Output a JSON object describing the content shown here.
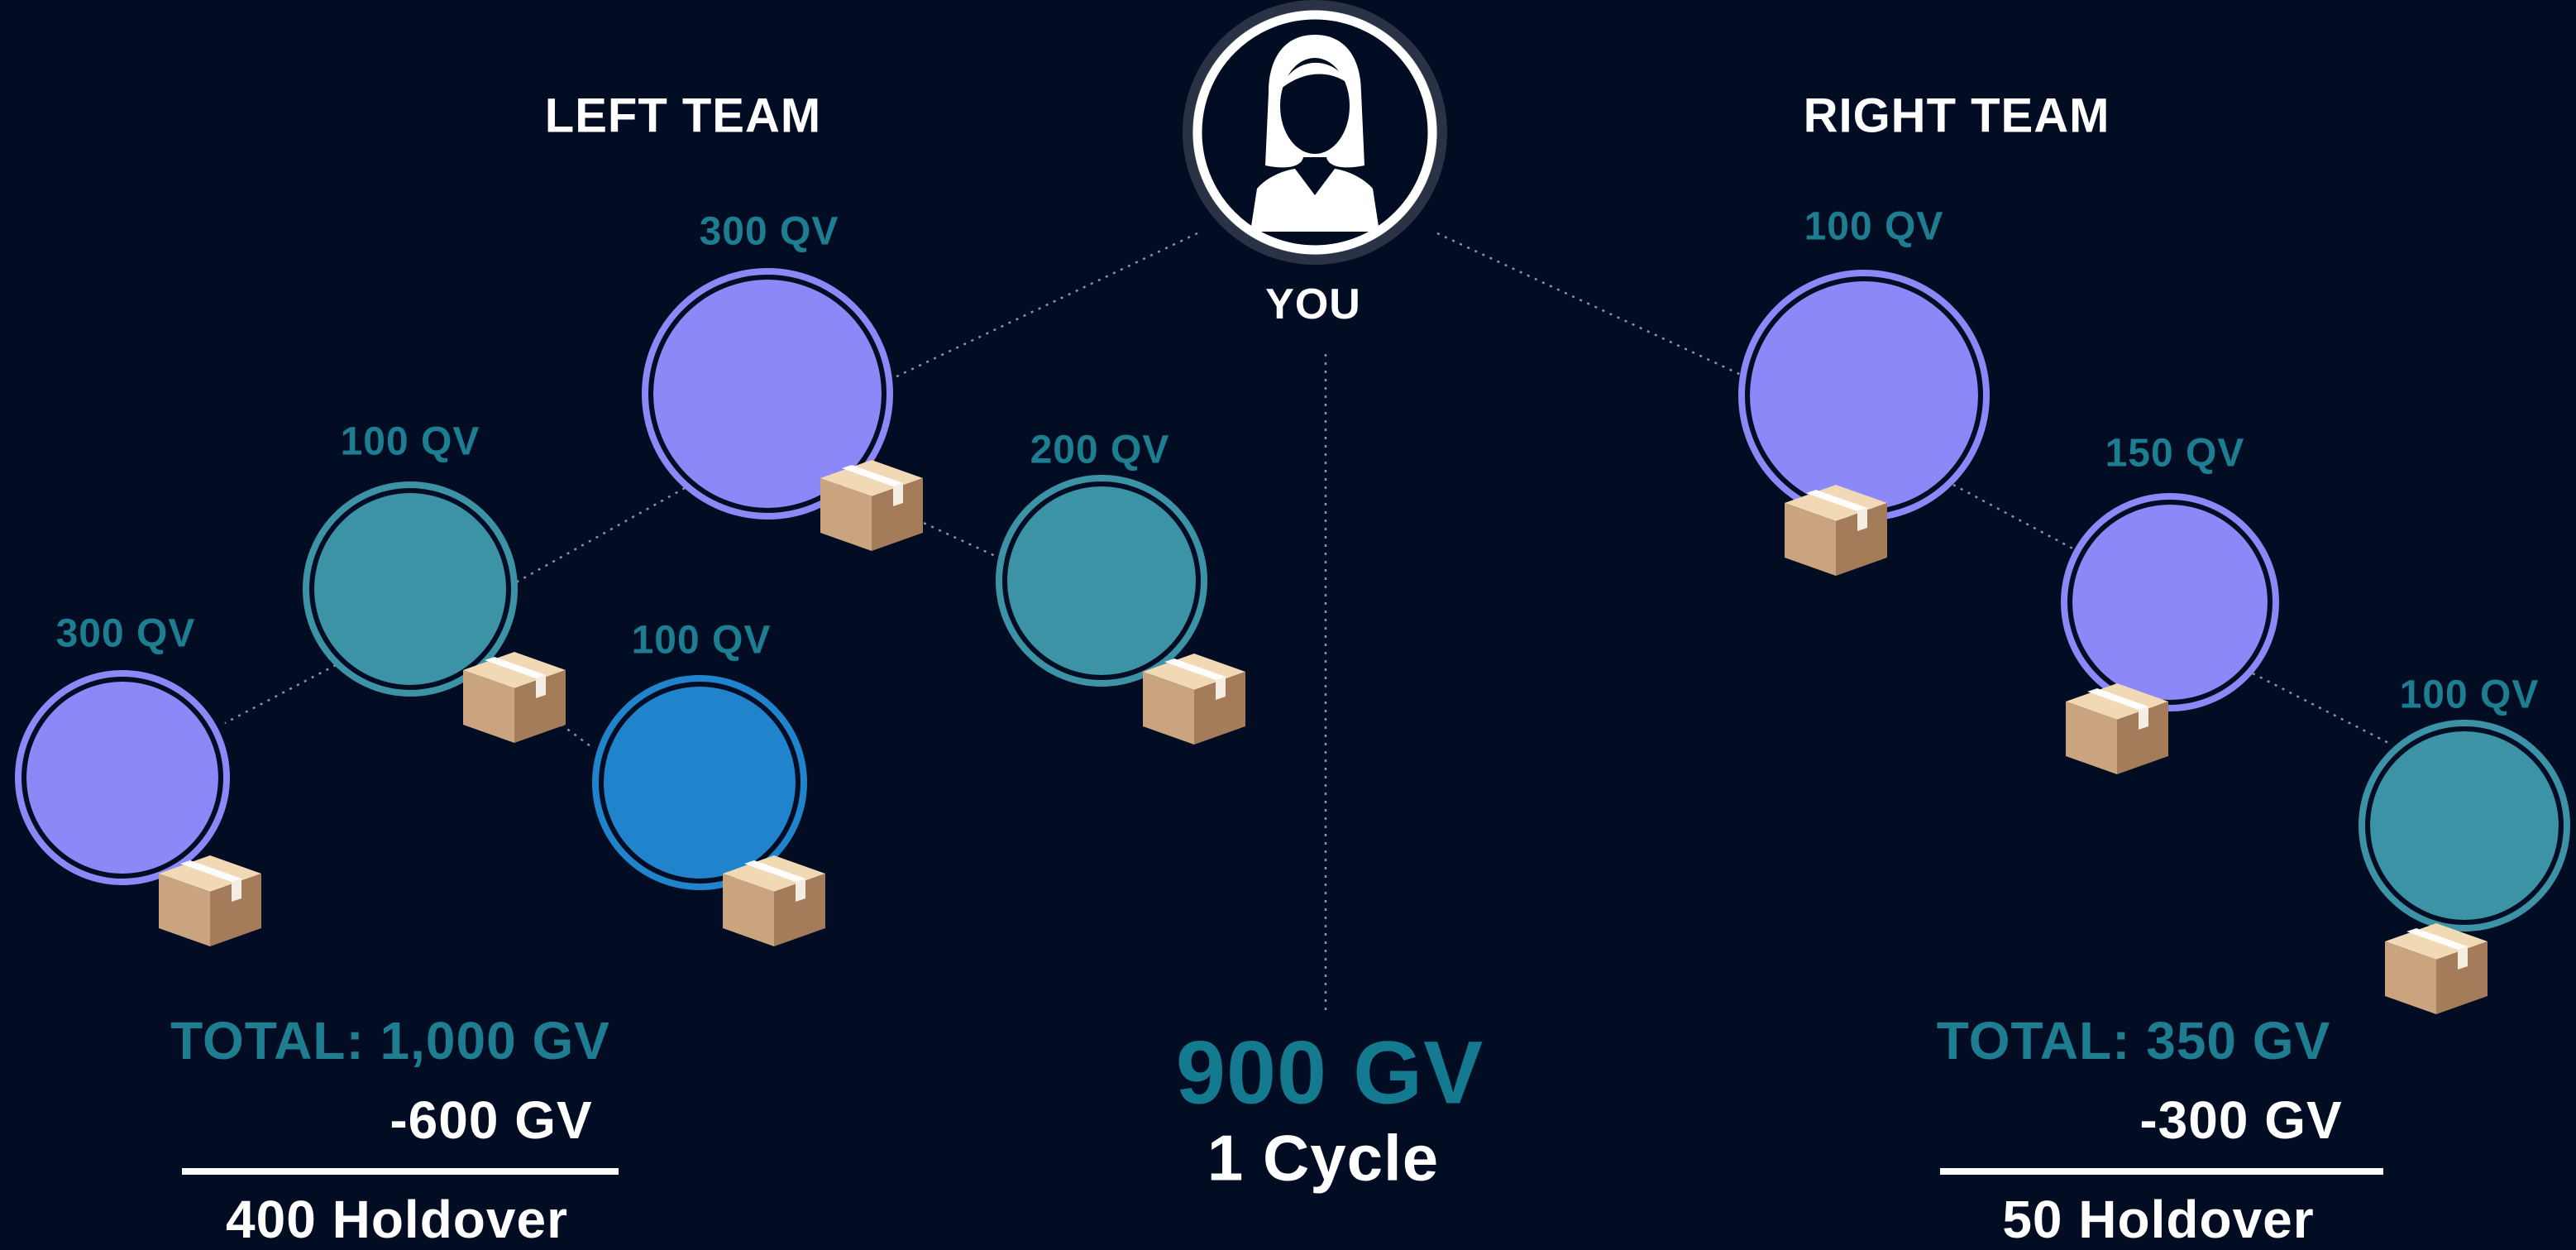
{
  "teams": {
    "left": {
      "title": "LEFT TEAM",
      "total": "TOTAL:   1,000 GV",
      "minus": "-600 GV",
      "holdover": "400 Holdover"
    },
    "right": {
      "title": "RIGHT TEAM",
      "total": "TOTAL:  350 GV",
      "minus": "-300 GV",
      "holdover": "50 Holdover"
    }
  },
  "you": {
    "label": "YOU"
  },
  "center": {
    "gv": "900 GV",
    "cycle": "1 Cycle"
  },
  "members": {
    "l1": {
      "qv": "300 QV"
    },
    "l2a": {
      "qv": "100 QV"
    },
    "l2b": {
      "qv": "200 QV"
    },
    "l3a": {
      "qv": "300 QV"
    },
    "l3b": {
      "qv": "100 QV"
    },
    "r1": {
      "qv": "100 QV"
    },
    "r2": {
      "qv": "150 QV"
    },
    "r3": {
      "qv": "100 QV"
    }
  },
  "colors": {
    "background": "#020c22",
    "lavender": "#8c88f8",
    "teal": "#3d93a6",
    "blue": "#1f84cc",
    "qv_text": "#1d7d91",
    "box": "#b08a68"
  },
  "icons": {
    "you": "woman-avatar-icon",
    "member": "person-avatar-icon",
    "package": "package-box-icon"
  }
}
